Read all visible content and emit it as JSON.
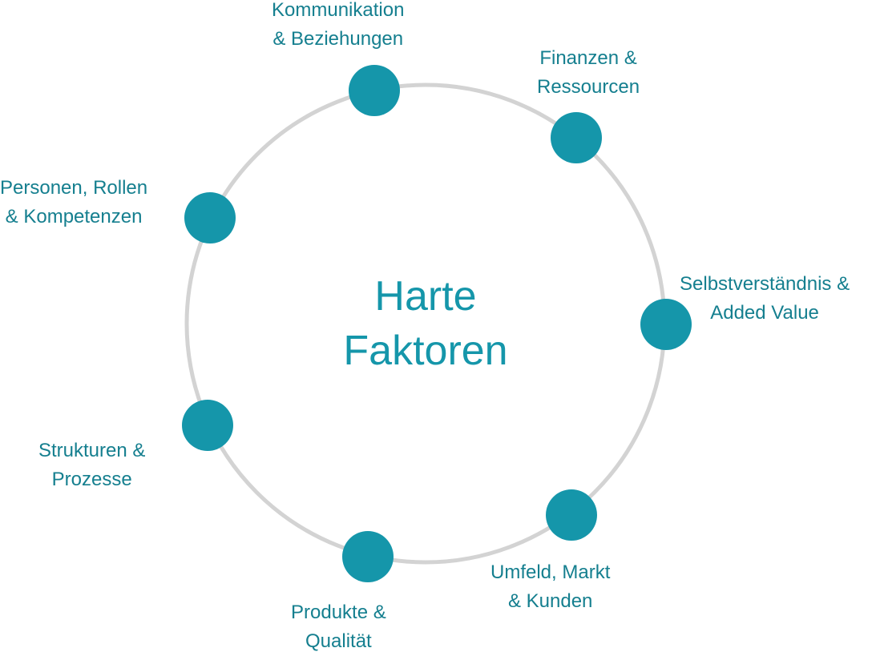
{
  "center": {
    "line1": "Harte",
    "line2": "Faktoren"
  },
  "colors": {
    "node": "#1596aa",
    "ring": "#d3d3d3",
    "label": "#157f8f"
  },
  "factors": [
    {
      "line1": "Kommunikation",
      "line2": "& Beziehungen"
    },
    {
      "line1": "Finanzen &",
      "line2": "Ressourcen"
    },
    {
      "line1": "Selbstverständnis &",
      "line2": "Added Value"
    },
    {
      "line1": "Umfeld, Markt",
      "line2": "& Kunden"
    },
    {
      "line1": "Produkte &",
      "line2": "Qualität"
    },
    {
      "line1": "Strukturen &",
      "line2": "Prozesse"
    },
    {
      "line1": "Personen, Rollen",
      "line2": "& Kompetenzen"
    }
  ]
}
